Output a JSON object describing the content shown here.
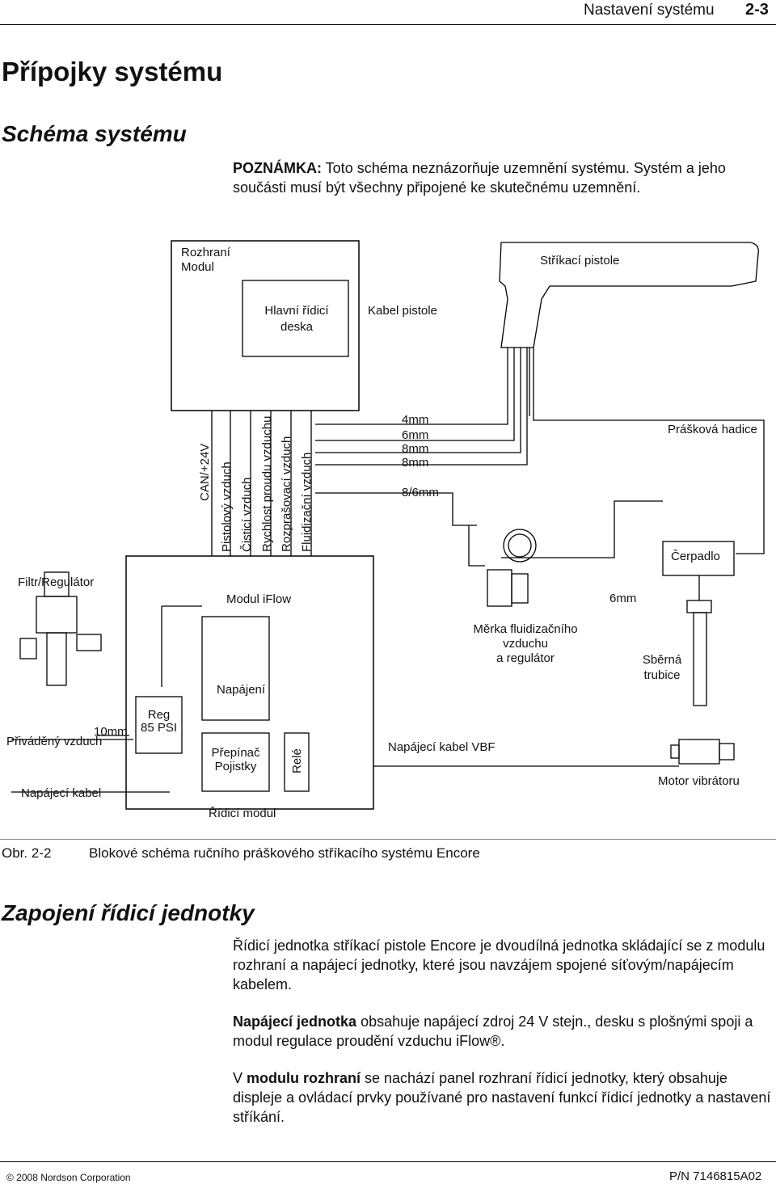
{
  "header": {
    "section": "Nastavení systému",
    "page_num": "2-3"
  },
  "title": "Přípojky systému",
  "subtitle": "Schéma systému",
  "note": {
    "label": "POZNÁMKA:",
    "text": " Toto schéma neznázorňuje uzemnění systému. Systém a jeho součásti musí být všechny připojené ke skutečnému uzemnění."
  },
  "diagram": {
    "rozhrani": [
      "Rozhraní",
      "Modul"
    ],
    "strikaci_pistole": "Stříkací pistole",
    "hlavni_deska": [
      "Hlavní řídicí",
      "deska"
    ],
    "kabel_pistole": "Kabel pistole",
    "vertical": [
      "CAN/+24V",
      "Pistolový vzduch",
      "Čisticí vzduch",
      "Rychlost proudu vzduchu",
      "Rozprašovací vzduch",
      "Fluidizační vzduch"
    ],
    "tubes": [
      "4mm",
      "6mm",
      "8mm",
      "8mm",
      "8/6mm"
    ],
    "praskova_hadice": "Prášková hadice",
    "cerpadlo": "Čerpadlo",
    "filtr": "Filtr/Regulátor",
    "modul_iflow": "Modul iFlow",
    "mm6": "6mm",
    "merka": [
      "Měrka fluidizačního",
      "vzduchu",
      "a regulátor"
    ],
    "sberna": [
      "Sběrná",
      "trubice"
    ],
    "napajeni": "Napájení",
    "reg": [
      "Reg",
      "85 PSI"
    ],
    "mm10": "10mm",
    "privadeny": "Přiváděný vzduch",
    "prepinac": [
      "Přepínač",
      "Pojistky"
    ],
    "rele": "Relé",
    "napajeci_vbf": "Napájecí kabel VBF",
    "motor": "Motor vibrátoru",
    "napajeci_kabel": "Napájecí kabel",
    "ridici_modul": "Řídicí modul"
  },
  "caption": {
    "num": "Obr. 2-2",
    "text": "Blokové schéma ručního práškového stříkacího systému Encore"
  },
  "section2": "Zapojení řídicí jednotky",
  "para1": "Řídicí jednotka stříkací pistole Encore je dvoudílná jednotka skládající se z modulu rozhraní a napájecí jednotky, které jsou navzájem spojené síťovým/napájecím kabelem.",
  "para2": {
    "bold": "Napájecí jednotka",
    "text": " obsahuje napájecí zdroj 24 V stejn., desku s plošnými spoji a modul regulace proudění vzduchu iFlow®."
  },
  "para3": {
    "pre": "V ",
    "bold": "modulu rozhraní",
    "text": "  se nachází panel rozhraní řídicí jednotky, který obsahuje displeje a ovládací prvky používané pro nastavení funkcí řídicí jednotky a nastavení stříkání."
  },
  "footer": {
    "copyright": "© 2008 Nordson Corporation",
    "pn": "P/N 7146815A02"
  }
}
